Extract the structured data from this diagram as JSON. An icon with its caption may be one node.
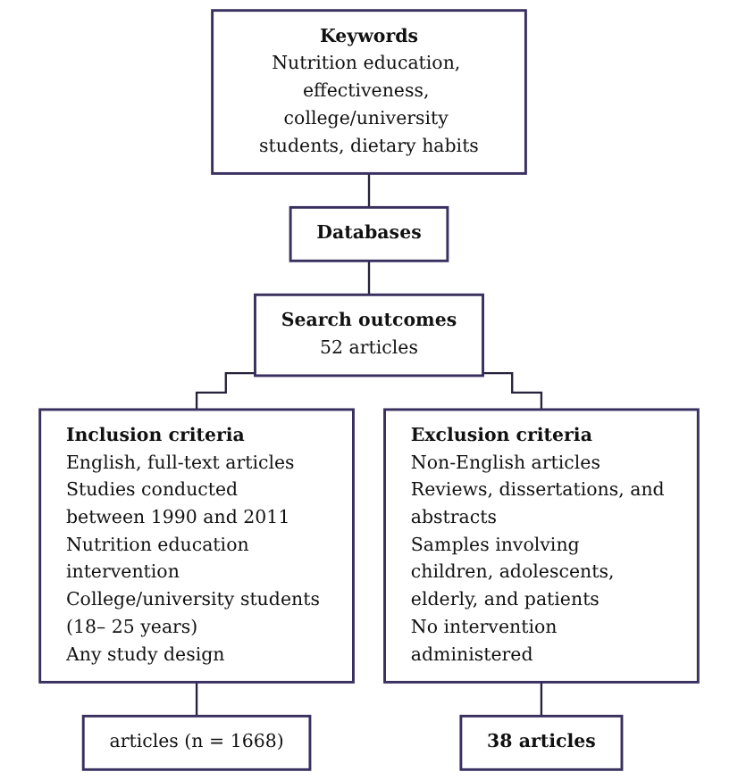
{
  "diagram": {
    "nodes": [
      {
        "text": [
          "Keywords",
          "Nutrition education, effectiveness, college/university students, dietary habits"
        ]
      },
      {
        "text": [
          "Databases"
        ]
      },
      {
        "text": [
          "Search outcomes",
          "52 articles"
        ]
      },
      {
        "text": [
          "Inclusion criteria",
          "English, full-text articles",
          "Studies conducted between 1990 and 2011",
          "Nutrition education intervention",
          "College/university students (18– 25 years)",
          "Any study design"
        ]
      },
      {
        "text": [
          "Exclusion criteria",
          "Non-English articles",
          "Reviews, dissertations, and abstracts",
          "Samples involving children, adolescents, elderly, and patients",
          "No intervention administered"
        ]
      },
      {
        "text": [
          "articles (n = 1668)"
        ]
      },
      {
        "text": [
          "38 articles"
        ]
      }
    ],
    "edges": [
      {
        "from": 0,
        "to": 1,
        "arrow": "none"
      },
      {
        "from": 1,
        "to": 2,
        "arrow": "none"
      },
      {
        "from": 2,
        "to": 3,
        "arrow": "none"
      },
      {
        "from": 2,
        "to": 4,
        "arrow": "none"
      },
      {
        "from": 3,
        "to": 5,
        "arrow": "none"
      },
      {
        "from": 4,
        "to": 6,
        "arrow": "none"
      }
    ]
  }
}
